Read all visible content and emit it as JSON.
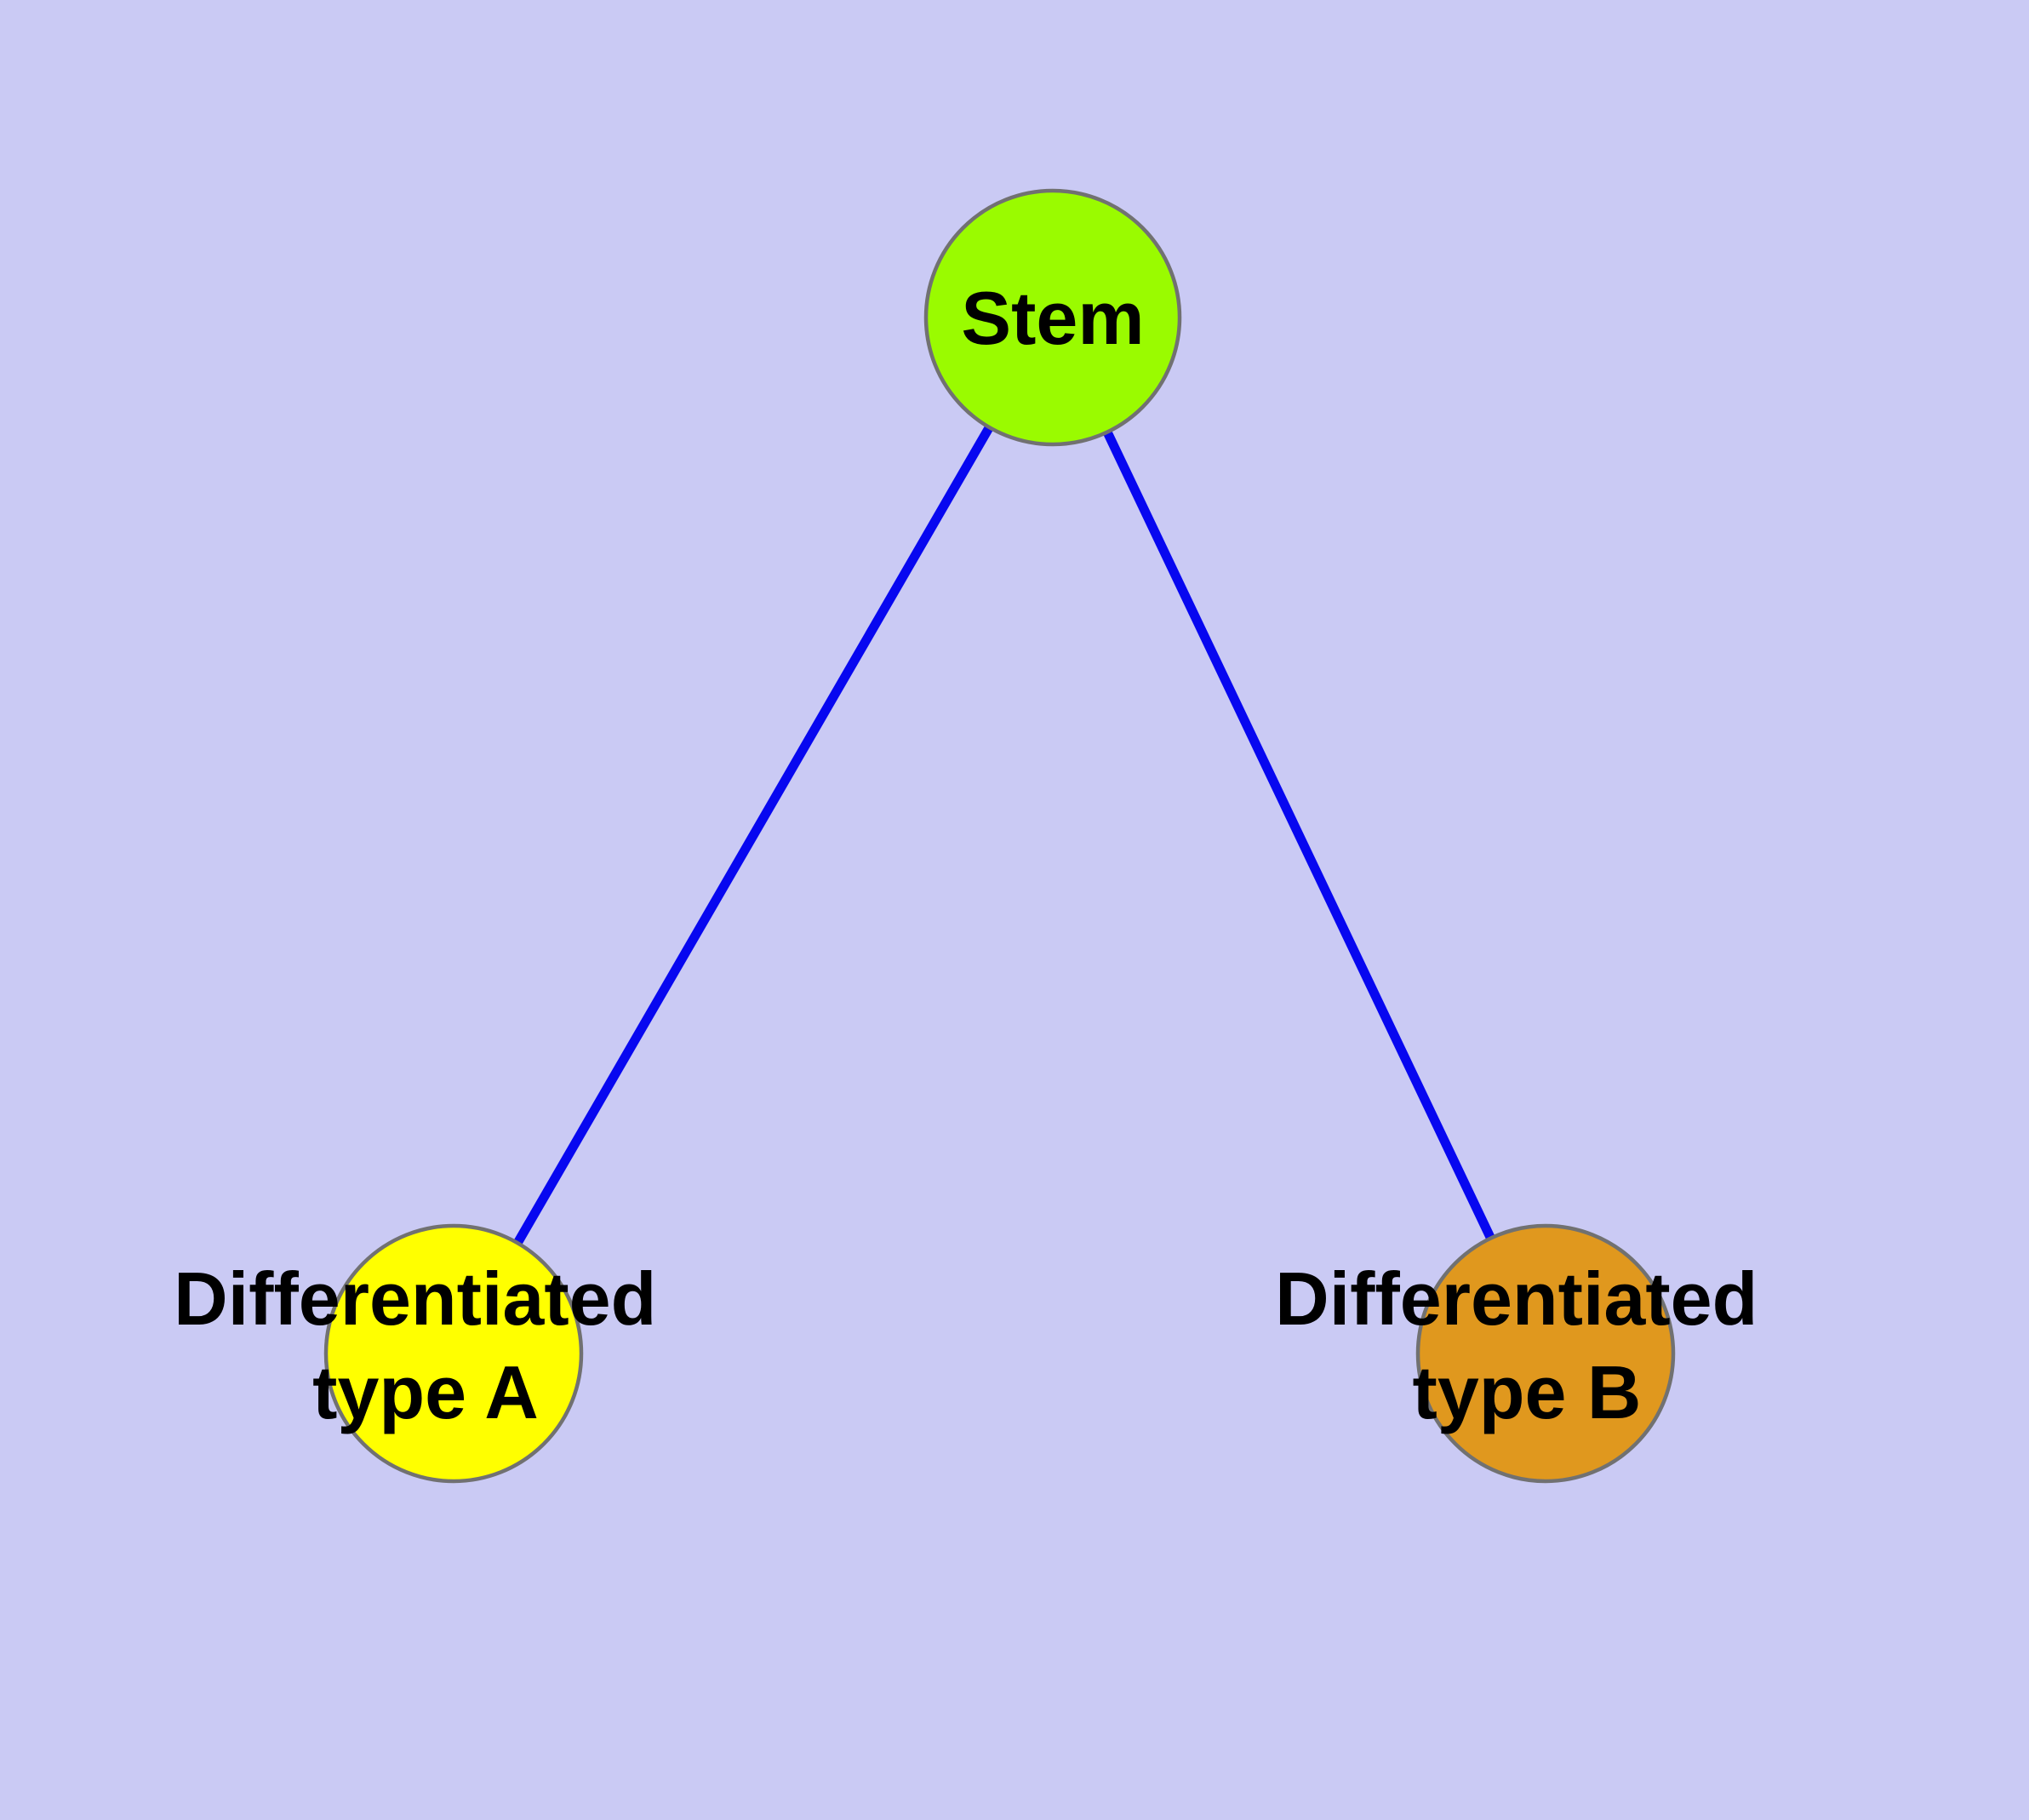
{
  "diagram": {
    "type": "node-link-graph",
    "colors": {
      "background": "#cacaf4",
      "edge": "#0707f0",
      "node_border": "#717171",
      "label": "#000000"
    },
    "nodes": [
      {
        "id": "stem",
        "label": "Stem",
        "label_lines": [
          "Stem"
        ],
        "fill": "#9afb00"
      },
      {
        "id": "type-a",
        "label": "Differentiated type A",
        "label_lines": [
          "Differentiated",
          "type A"
        ],
        "fill": "#ffff00"
      },
      {
        "id": "type-b",
        "label": "Differentiated type B",
        "label_lines": [
          "Differentiated",
          "type B"
        ],
        "fill": "#e0981e"
      }
    ],
    "edges": [
      {
        "from": "stem",
        "to": "type-a"
      },
      {
        "from": "stem",
        "to": "type-b"
      }
    ]
  }
}
